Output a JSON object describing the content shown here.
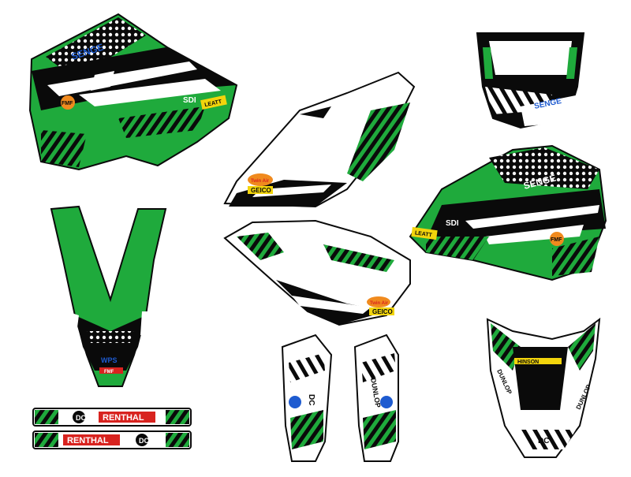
{
  "colors": {
    "green": "#1faa3c",
    "dark_green": "#0d7a26",
    "black": "#0a0a0a",
    "white": "#ffffff",
    "red": "#d8231f",
    "yellow": "#f2d40c",
    "orange": "#f08a1e",
    "blue": "#1e5bd0"
  },
  "logos": {
    "senge": "SENGE",
    "fmf": "FMF",
    "sdi": "SDI",
    "leatt": "LEATT",
    "geico": "GEICO",
    "twin_air": "Twin Air",
    "renthal": "RENTHAL",
    "dunlop": "DUNLOP",
    "hinson": "HINSON",
    "wps": "WPS",
    "dc": "DC"
  }
}
